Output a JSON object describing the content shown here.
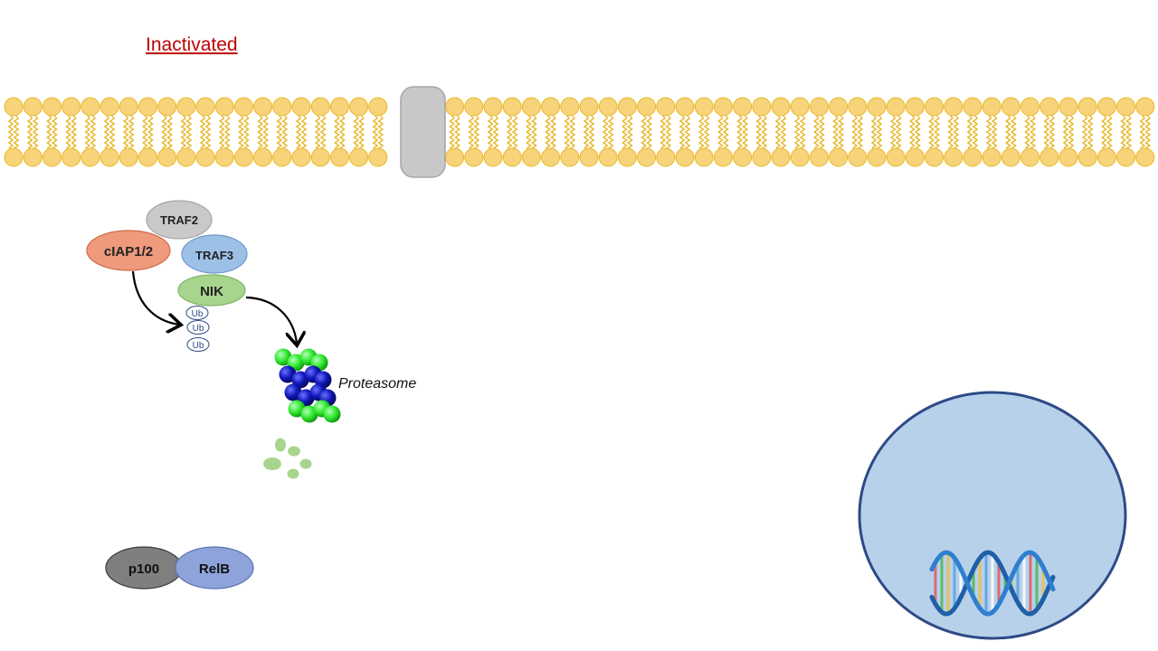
{
  "title": "Inactivated",
  "proteins": {
    "traf2": "TRAF2",
    "ciap": "cIAP1/2",
    "traf3": "TRAF3",
    "nik": "NIK",
    "p100": "p100",
    "relb": "RelB"
  },
  "ubiquitin": [
    "Ub",
    "Ub",
    "Ub"
  ],
  "proteasome_label": "Proteasome",
  "colors": {
    "title": "#c00000",
    "membrane_head": "#f7d37a",
    "membrane_tail": "#e8b82a",
    "channel": "#c8c8c8",
    "traf2": "#c9c9c9",
    "ciap": "#ef9a7d",
    "traf3": "#9dc0e6",
    "nik": "#a8d58e",
    "p100": "#7f7f7f",
    "relb": "#8ea3d9",
    "nucleus_fill": "#b7d1ea",
    "nucleus_stroke": "#2e4a86",
    "proteasome_green": "#2ee82e",
    "proteasome_blue": "#0f16b8"
  },
  "icons": [
    "arrow-icon",
    "dna-icon",
    "proteasome-icon"
  ]
}
